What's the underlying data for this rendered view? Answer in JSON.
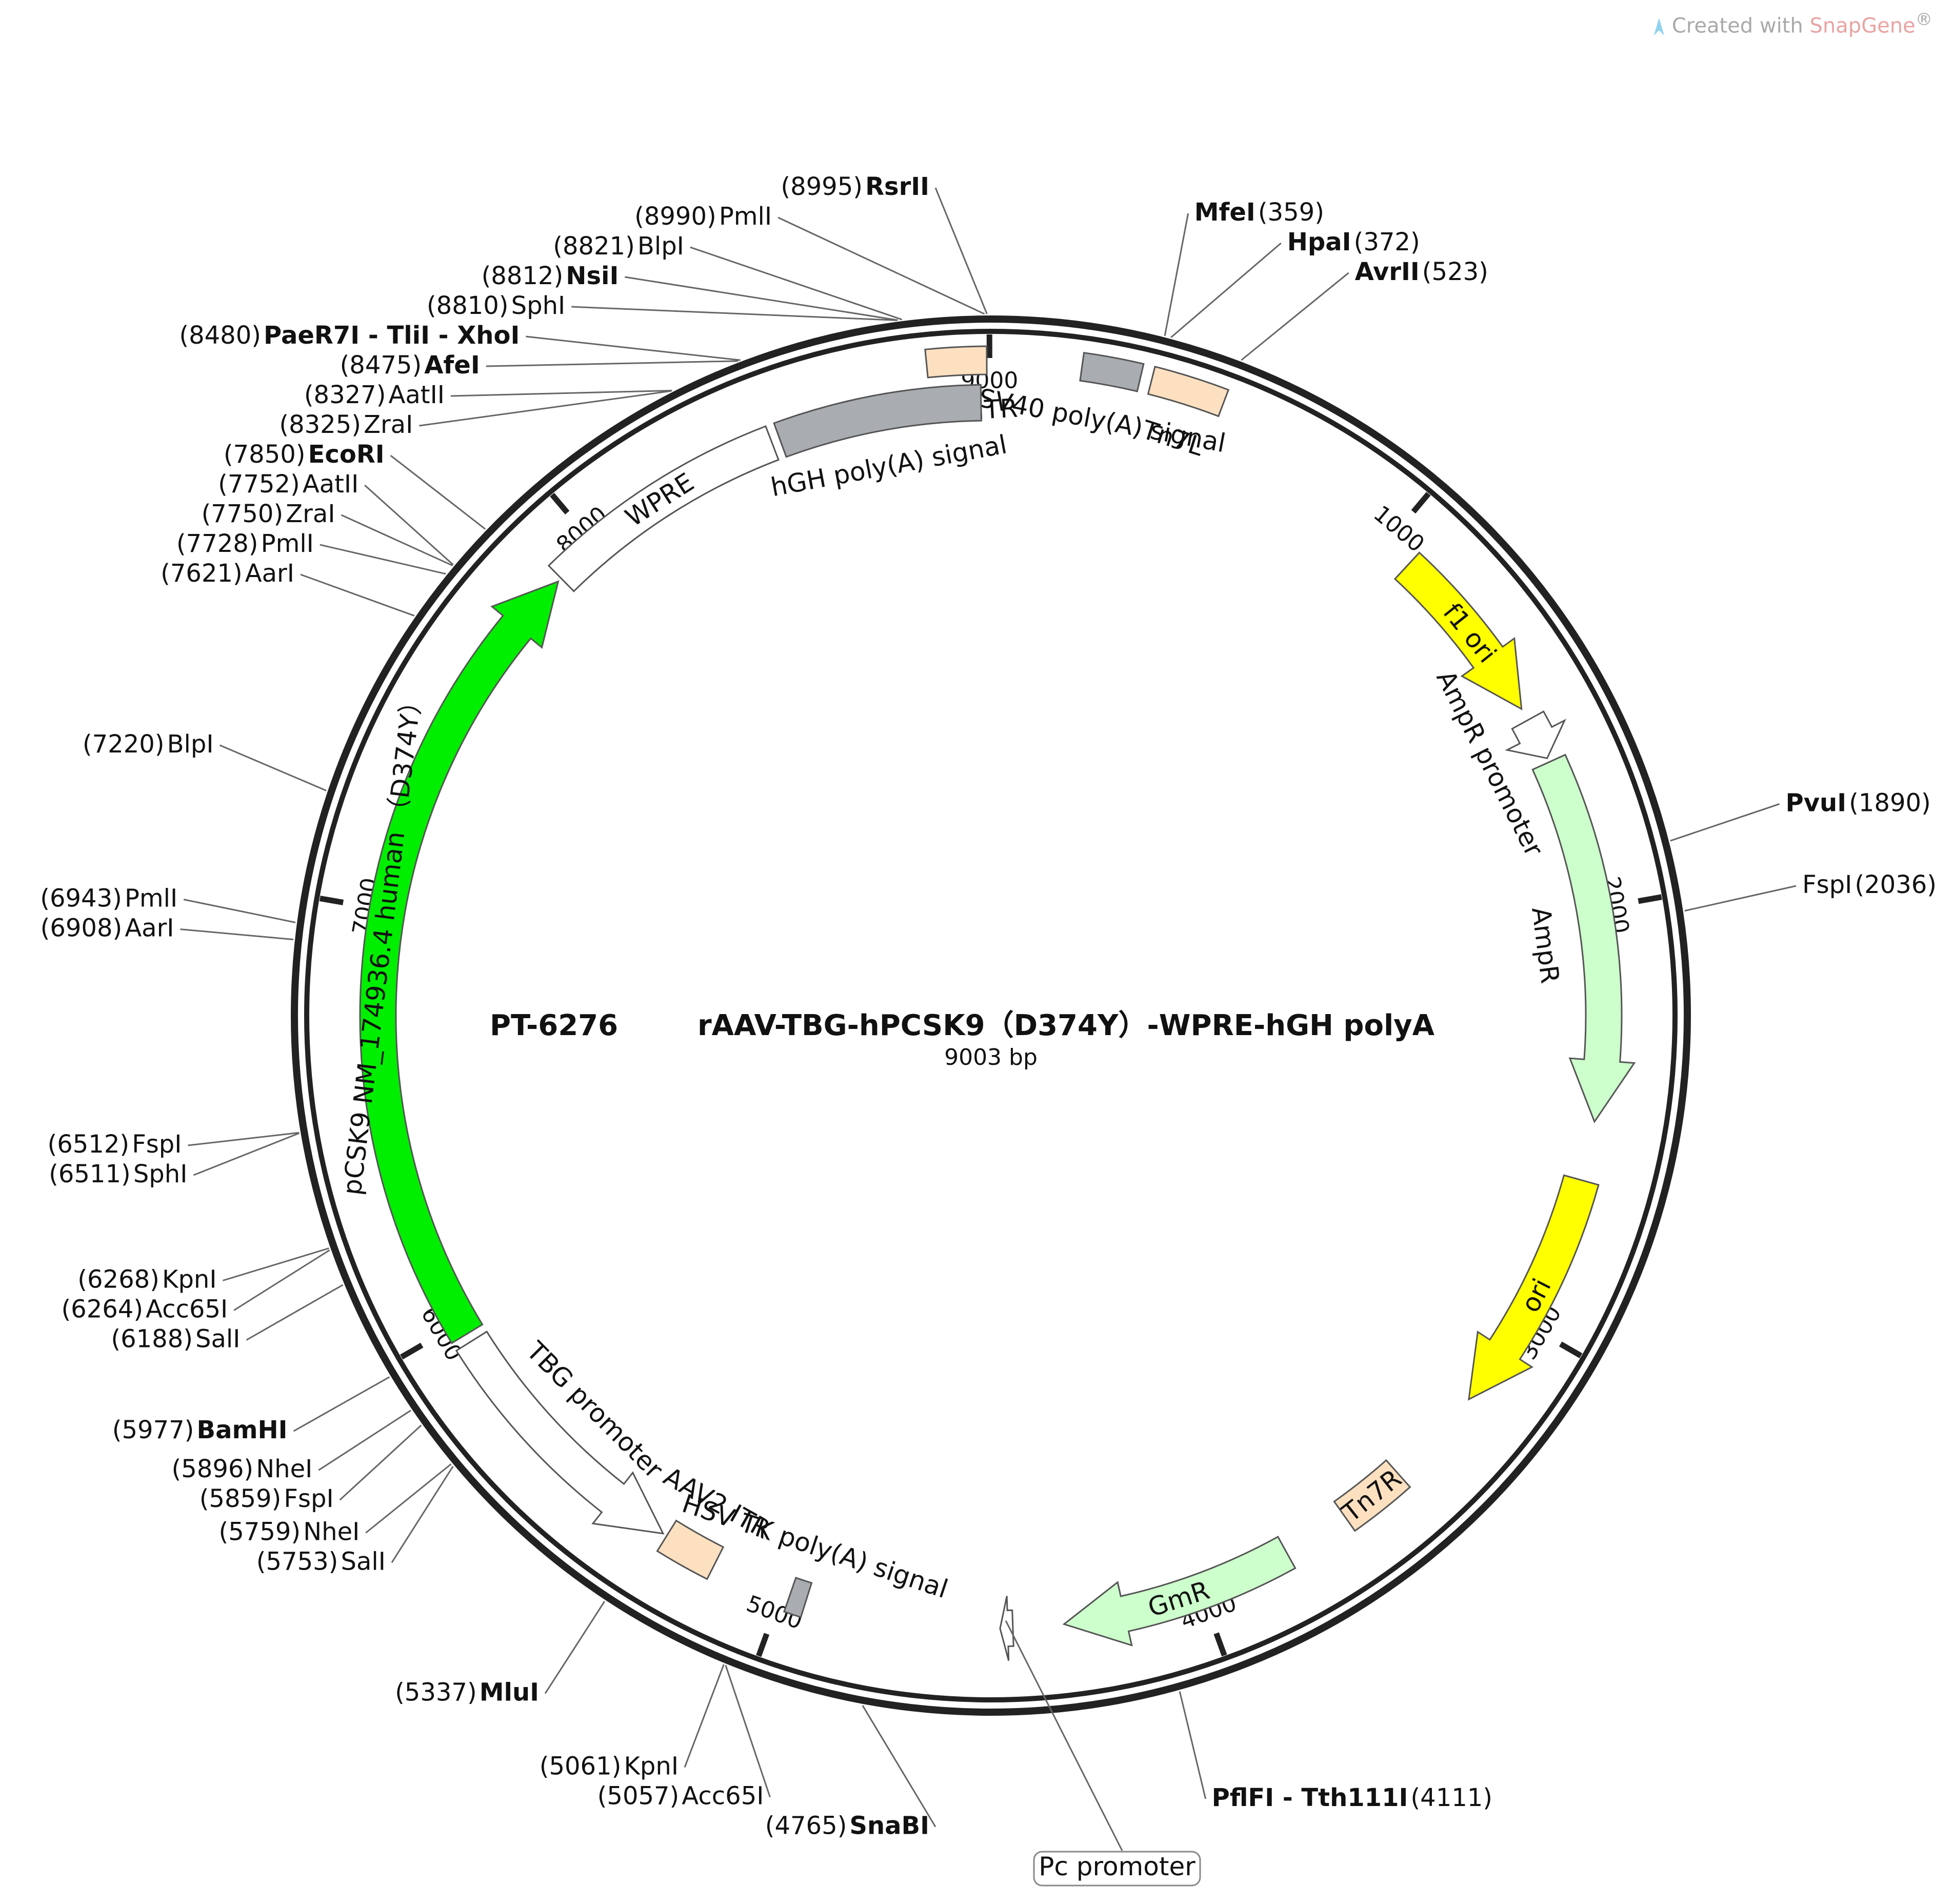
{
  "credit": {
    "prefix": "Created with ",
    "brand": "SnapGene",
    "mark": "®"
  },
  "plasmid": {
    "id": "PT-6276",
    "name": "rAAV-TBG-hPCSK9（D374Y）-WPRE-hGH polyA",
    "length": 9003,
    "length_label": "9003 bp"
  },
  "ticks": [
    {
      "pos": 1000,
      "label": "1000"
    },
    {
      "pos": 2000,
      "label": "2000"
    },
    {
      "pos": 3000,
      "label": "3000"
    },
    {
      "pos": 4000,
      "label": "4000"
    },
    {
      "pos": 5000,
      "label": "5000"
    },
    {
      "pos": 6000,
      "label": "6000"
    },
    {
      "pos": 7000,
      "label": "7000"
    },
    {
      "pos": 8000,
      "label": "8000"
    },
    {
      "pos": 9000,
      "label": "9000"
    }
  ],
  "features": [
    {
      "name": "AAV2 ITR",
      "start": 8862,
      "end": 8994,
      "color": "#fde0c0",
      "arrow": false,
      "ring": 1,
      "label": "AAV2 ITR",
      "label_mode": "outside"
    },
    {
      "name": "SV40 poly(A) signal",
      "start": 200,
      "end": 330,
      "color": "#a9acb0",
      "arrow": false,
      "ring": 1,
      "label": "SV40 poly(A) signal",
      "label_mode": "outside"
    },
    {
      "name": "Tn7L",
      "start": 355,
      "end": 520,
      "color": "#fde0c0",
      "arrow": false,
      "ring": 1,
      "label": "Tn7L",
      "label_mode": "outside"
    },
    {
      "name": "f1 ori",
      "start": 1070,
      "end": 1500,
      "color": "#ffff00",
      "arrow": true,
      "dir": 1,
      "ring": 0,
      "label": "f1 ori",
      "label_mode": "inside"
    },
    {
      "name": "AmpR promoter",
      "start": 1530,
      "end": 1630,
      "color": "#ffffff",
      "arrow": true,
      "dir": 1,
      "ring": 0,
      "label": "AmpR promoter",
      "label_mode": "curved-in"
    },
    {
      "name": "AmpR",
      "start": 1640,
      "end": 2500,
      "color": "#ccffcc",
      "arrow": true,
      "dir": 1,
      "ring": 0,
      "label": "AmpR",
      "label_mode": "curved-in"
    },
    {
      "name": "ori",
      "start": 2640,
      "end": 3220,
      "color": "#ffff00",
      "arrow": true,
      "dir": 1,
      "ring": 0,
      "label": "ori",
      "label_mode": "inside"
    },
    {
      "name": "Tn7R",
      "start": 3460,
      "end": 3620,
      "color": "#fde0c0",
      "arrow": false,
      "ring": 0,
      "label": "Tn7R",
      "label_mode": "inside"
    },
    {
      "name": "GmR",
      "start": 3780,
      "end": 4330,
      "color": "#ccffcc",
      "arrow": true,
      "dir": 1,
      "ring": 0,
      "label": "GmR",
      "label_mode": "inside"
    },
    {
      "name": "Pc promoter",
      "start": 4450,
      "end": 4480,
      "color": "#ffffff",
      "arrow": true,
      "dir": 1,
      "ring": 0,
      "label": "Pc promoter",
      "label_mode": "box"
    },
    {
      "name": "HSV TK poly(A) signal",
      "start": 4940,
      "end": 4980,
      "color": "#a9acb0",
      "arrow": false,
      "ring": 0,
      "label": "HSV TK poly(A) signal",
      "label_mode": "curved-in"
    },
    {
      "name": "AAV2 ITR",
      "start": 5170,
      "end": 5300,
      "color": "#fde0c0",
      "arrow": false,
      "ring": 0,
      "label": "AAV2 ITR",
      "label_mode": "curved-in"
    },
    {
      "name": "TBG promoter",
      "start": 5310,
      "end": 5950,
      "color": "#ffffff",
      "arrow": true,
      "dir": -1,
      "ring": 0,
      "label": "TBG promoter",
      "label_mode": "curved-in"
    },
    {
      "name": "pCSK9",
      "start": 5970,
      "end": 7880,
      "color": "#00ee00",
      "arrow": true,
      "dir": 1,
      "ring": 0,
      "label": "pCSK9  NM_174936.4  human （D374Y）",
      "label_mode": "inside"
    },
    {
      "name": "WPRE",
      "start": 7890,
      "end": 8480,
      "color": "#ffffff",
      "arrow": false,
      "ring": 0,
      "label": "WPRE",
      "label_mode": "inside"
    },
    {
      "name": "hGH poly(A) signal",
      "start": 8500,
      "end": 8980,
      "color": "#a9acb0",
      "arrow": false,
      "ring": 0,
      "label": "hGH poly(A) signal",
      "label_mode": "outside"
    }
  ],
  "sites": [
    {
      "name": "PmlI",
      "pos": "(8990)",
      "bold": false,
      "at": 8990
    },
    {
      "name": "RsrII",
      "pos": "(8995)",
      "bold": true,
      "at": 8995
    },
    {
      "name": "BlpI",
      "pos": "(8821)",
      "bold": false,
      "at": 8821
    },
    {
      "name": "NsiI",
      "pos": "(8812)",
      "bold": true,
      "at": 8812
    },
    {
      "name": "SphI",
      "pos": "(8810)",
      "bold": false,
      "at": 8810
    },
    {
      "name": "PaeR7I - TliI - XhoI",
      "pos": "(8480)",
      "bold": true,
      "at": 8480
    },
    {
      "name": "AfeI",
      "pos": "(8475)",
      "bold": true,
      "at": 8475
    },
    {
      "name": "AatII",
      "pos": "(8327)",
      "bold": false,
      "at": 8327
    },
    {
      "name": "ZraI",
      "pos": "(8325)",
      "bold": false,
      "at": 8325
    },
    {
      "name": "MfeI",
      "pos": "(359)",
      "bold": true,
      "at": 359
    },
    {
      "name": "HpaI",
      "pos": "(372)",
      "bold": true,
      "at": 372
    },
    {
      "name": "AvrII",
      "pos": "(523)",
      "bold": true,
      "at": 523
    },
    {
      "name": "EcoRI",
      "pos": "(7850)",
      "bold": true,
      "at": 7850
    },
    {
      "name": "AatII",
      "pos": "(7752)",
      "bold": false,
      "at": 7752
    },
    {
      "name": "ZraI",
      "pos": "(7750)",
      "bold": false,
      "at": 7750
    },
    {
      "name": "PmlI",
      "pos": "(7728)",
      "bold": false,
      "at": 7728
    },
    {
      "name": "AarI",
      "pos": "(7621)",
      "bold": false,
      "at": 7621
    },
    {
      "name": "BlpI",
      "pos": "(7220)",
      "bold": false,
      "at": 7220
    },
    {
      "name": "PvuI",
      "pos": "(1890)",
      "bold": true,
      "at": 1890
    },
    {
      "name": "FspI",
      "pos": "(2036)",
      "bold": false,
      "at": 2036
    },
    {
      "name": "PmlI",
      "pos": "(6943)",
      "bold": false,
      "at": 6943
    },
    {
      "name": "AarI",
      "pos": "(6908)",
      "bold": false,
      "at": 6908
    },
    {
      "name": "FspI",
      "pos": "(6512)",
      "bold": false,
      "at": 6512
    },
    {
      "name": "SphI",
      "pos": "(6511)",
      "bold": false,
      "at": 6511
    },
    {
      "name": "KpnI",
      "pos": "(6268)",
      "bold": false,
      "at": 6268
    },
    {
      "name": "Acc65I",
      "pos": "(6264)",
      "bold": false,
      "at": 6264
    },
    {
      "name": "SalI",
      "pos": "(6188)",
      "bold": false,
      "at": 6188
    },
    {
      "name": "BamHI",
      "pos": "(5977)",
      "bold": true,
      "at": 5977
    },
    {
      "name": "NheI",
      "pos": "(5896)",
      "bold": false,
      "at": 5896
    },
    {
      "name": "FspI",
      "pos": "(5859)",
      "bold": false,
      "at": 5859
    },
    {
      "name": "NheI",
      "pos": "(5759)",
      "bold": false,
      "at": 5759
    },
    {
      "name": "SalI",
      "pos": "(5753)",
      "bold": false,
      "at": 5753
    },
    {
      "name": "MluI",
      "pos": "(5337)",
      "bold": true,
      "at": 5337
    },
    {
      "name": "KpnI",
      "pos": "(5061)",
      "bold": false,
      "at": 5061
    },
    {
      "name": "Acc65I",
      "pos": "(5057)",
      "bold": false,
      "at": 5057
    },
    {
      "name": "SnaBI",
      "pos": "(4765)",
      "bold": true,
      "at": 4765
    },
    {
      "name": "PflFI - Tth111I",
      "pos": "(4111)",
      "bold": true,
      "at": 4111
    }
  ]
}
